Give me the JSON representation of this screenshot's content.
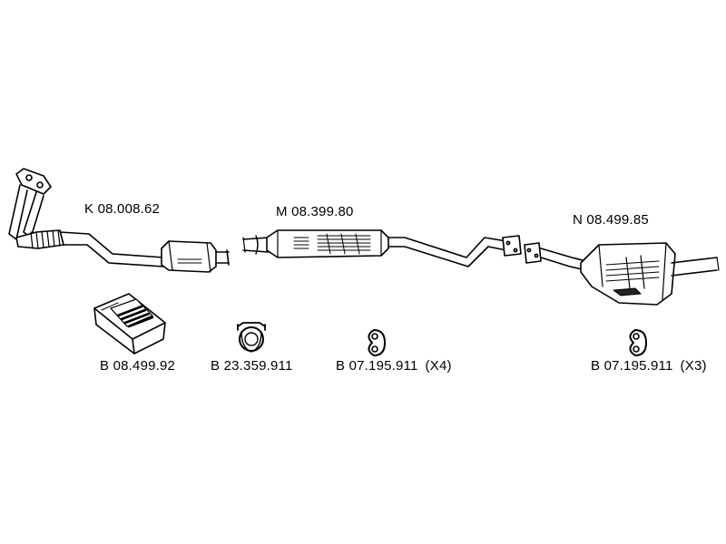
{
  "parts": {
    "front_pipe": {
      "code": "K 08.008.62"
    },
    "middle_silencer": {
      "code": "M 08.399.80"
    },
    "rear_silencer": {
      "code": "N 08.499.85"
    }
  },
  "accessories": {
    "mounting_kit": {
      "code": "B 08.499.92"
    },
    "clamp": {
      "code": "B 23.359.911"
    },
    "rubber_ring_middle": {
      "code": "B 07.195.911",
      "qty": "(X4)"
    },
    "rubber_ring_rear": {
      "code": "B 07.195.911",
      "qty": "(X3)"
    }
  },
  "colors": {
    "line": "#000000",
    "fill": "#ffffff",
    "shade": "#222222"
  }
}
